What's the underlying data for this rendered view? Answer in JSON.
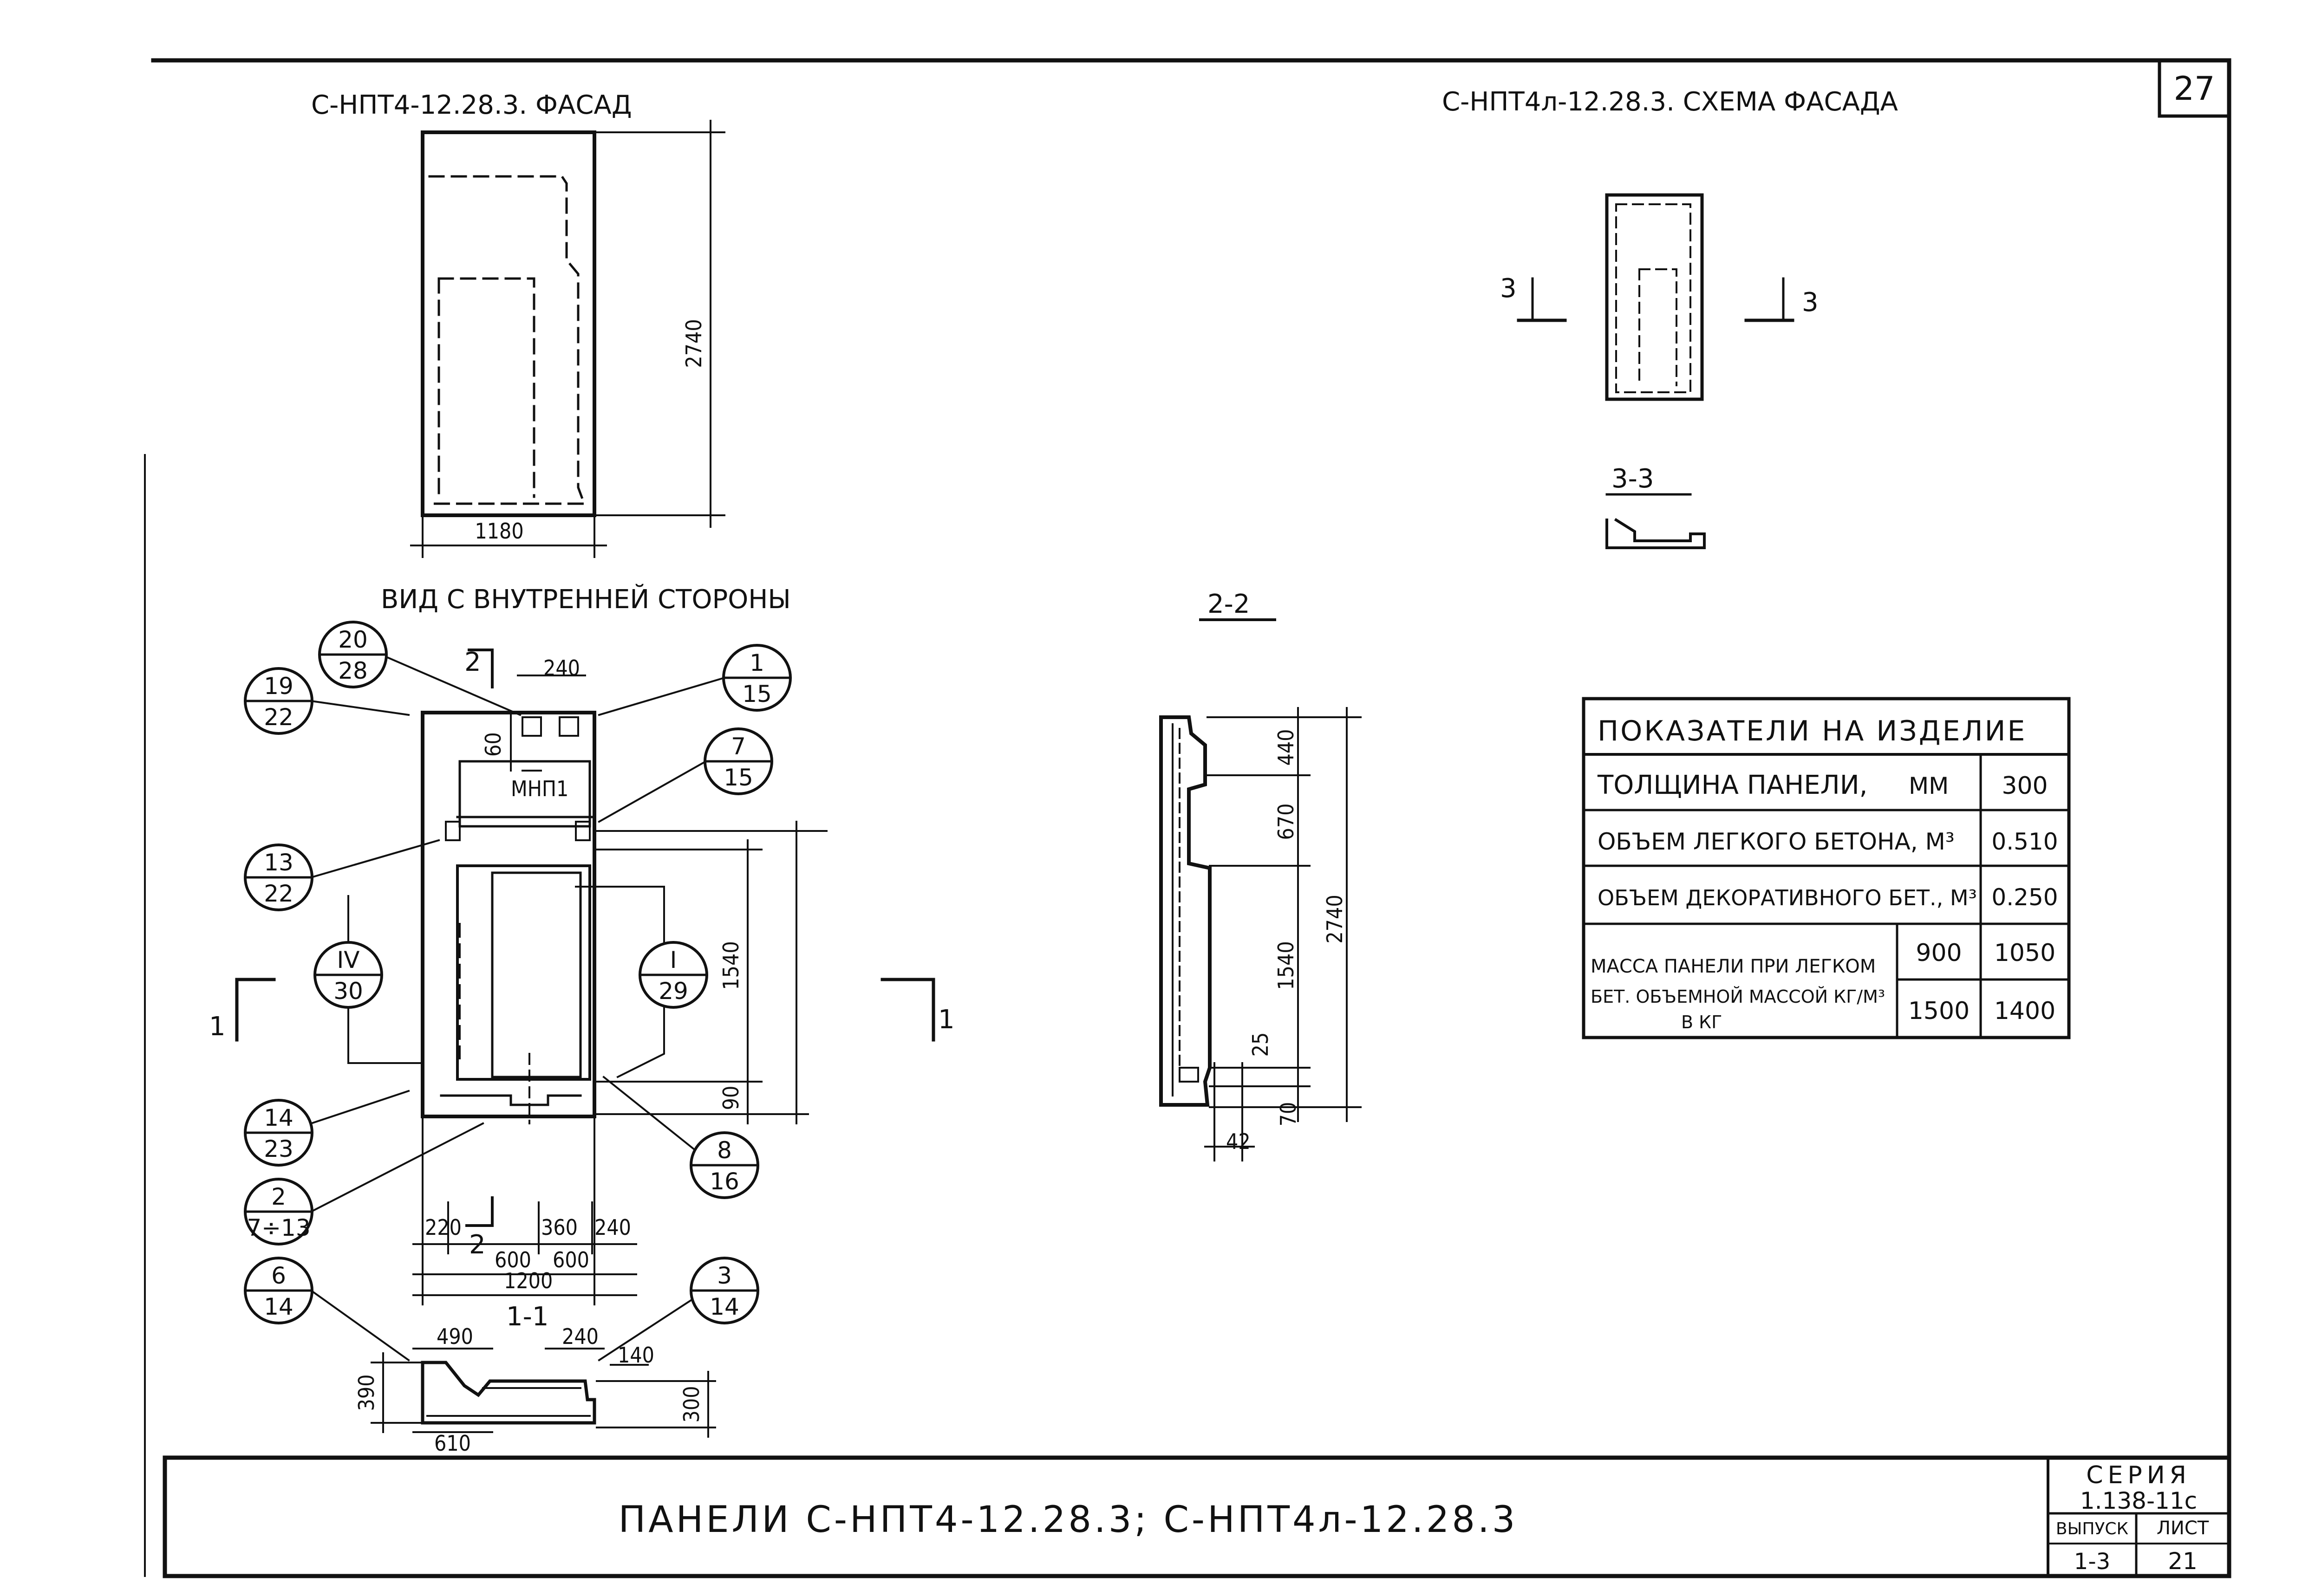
{
  "sheet": {
    "page_number": "27",
    "title": "ПАНЕЛИ С-НПТ4-12.28.3; С-НПТ4л-12.28.3",
    "series_label": "СЕРИЯ",
    "series_value": "1.138-11с",
    "issue_label": "ВЫПУСК",
    "issue_value": "1-3",
    "sheet_label": "ЛИСТ",
    "sheet_value": "21"
  },
  "views": {
    "facade_title": "С-НПТ4-12.28.3. ФАСАД",
    "scheme_title": "С-НПТ4л-12.28.3. СХЕМА ФАСАДА",
    "inner_view_title": "ВИД С ВНУТРЕННЕЙ СТОРОНЫ",
    "section_2_2": "2-2",
    "section_3_3": "3-3",
    "section_1_1": "1-1"
  },
  "dims": {
    "facade_height": "2740",
    "facade_width": "1180",
    "d240_top": "240",
    "d60": "60",
    "d1540": "1540",
    "d90": "90",
    "d220": "220",
    "d360": "360",
    "d240_b": "240",
    "d600_a": "600",
    "d600_b": "600",
    "d1200": "1200",
    "s_440": "440",
    "s_670": "670",
    "s_1540": "1540",
    "s_2740": "2740",
    "s_25": "25",
    "s_70": "70",
    "s_42": "42",
    "c_490": "490",
    "c_240": "240",
    "c_140": "140",
    "c_390": "390",
    "c_300": "300",
    "c_610": "610"
  },
  "marks": {
    "mnp": "МНП1",
    "cut2_top": "2",
    "cut2_bottom": "2",
    "cut1_left": "1",
    "cut1_right": "1",
    "cut3_left": "3",
    "cut3_right": "3"
  },
  "bubbles": [
    {
      "top": "20",
      "bottom": "28"
    },
    {
      "top": "19",
      "bottom": "22"
    },
    {
      "top": "1",
      "bottom": "15"
    },
    {
      "top": "7",
      "bottom": "15"
    },
    {
      "top": "13",
      "bottom": "22"
    },
    {
      "top": "IV",
      "bottom": "30"
    },
    {
      "top": "I",
      "bottom": "29"
    },
    {
      "top": "14",
      "bottom": "23"
    },
    {
      "top": "2",
      "bottom": "7÷13"
    },
    {
      "top": "8",
      "bottom": "16"
    },
    {
      "top": "6",
      "bottom": "14"
    },
    {
      "top": "3",
      "bottom": "14"
    }
  ],
  "table": {
    "header": "ПОКАЗАТЕЛИ НА ИЗДЕЛИЕ",
    "thickness_label": "ТОЛЩИНА ПАНЕЛИ,",
    "thickness_unit": "ММ",
    "thickness_value": "300",
    "light_volume_label": "ОБЪЕМ ЛЕГКОГО БЕТОНА, М³",
    "light_volume_value": "0.510",
    "deco_volume_label": "ОБЪЕМ ДЕКОРАТИВНОГО БЕТ., М³",
    "deco_volume_value": "0.250",
    "mass_label_1": "МАССА ПАНЕЛИ ПРИ ЛЕГКОМ",
    "mass_label_2": "БЕТ. ОБЪЕМНОЙ МАССОЙ КГ/М³",
    "mass_label_3": "В КГ",
    "density_1": "900",
    "mass_1": "1050",
    "density_2": "1500",
    "mass_2": "1400"
  }
}
